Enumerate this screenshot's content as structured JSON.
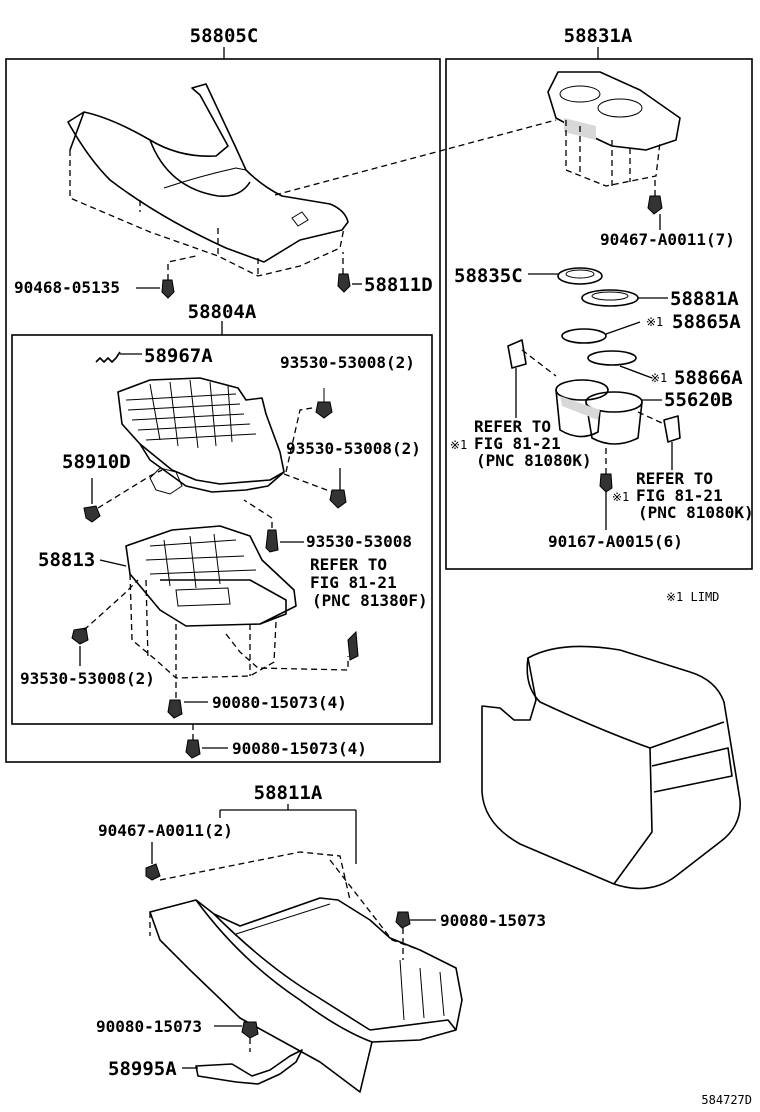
{
  "labels": {
    "p58805c": "58805C",
    "p58831a": "58831A",
    "p90467_7": "90467-A0011(7)",
    "p90468": "90468-05135",
    "p58811d": "58811D",
    "p58804a": "58804A",
    "p58835c": "58835C",
    "p58881a": "58881A",
    "p58967a": "58967A",
    "p93530_2a": "93530-53008(2)",
    "p58865a": "58865A",
    "p58866a": "58866A",
    "p55620b": "55620B",
    "p93530_2b": "93530-53008(2)",
    "p58910d": "58910D",
    "p93530": "93530-53008",
    "p58813": "58813",
    "p90167": "90167-A0015(6)",
    "p93530_2c": "93530-53008(2)",
    "p90080_4a": "90080-15073(4)",
    "p90080_4b": "90080-15073(4)",
    "p58811a": "58811A",
    "p90467_2": "90467-A0011(2)",
    "p90080_a": "90080-15073",
    "p90080_b": "90080-15073",
    "p58995a": "58995A"
  },
  "mark": "※1",
  "note": "※1 LIMD",
  "refs": {
    "ref1": [
      "REFER TO",
      "FIG 81-21",
      "(PNC 81080K)"
    ],
    "ref2": [
      "REFER TO",
      "FIG 81-21",
      "(PNC 81080K)"
    ],
    "ref3": [
      "REFER TO",
      "FIG 81-21",
      "(PNC 81380F)"
    ]
  },
  "diagram_code": "584727D"
}
